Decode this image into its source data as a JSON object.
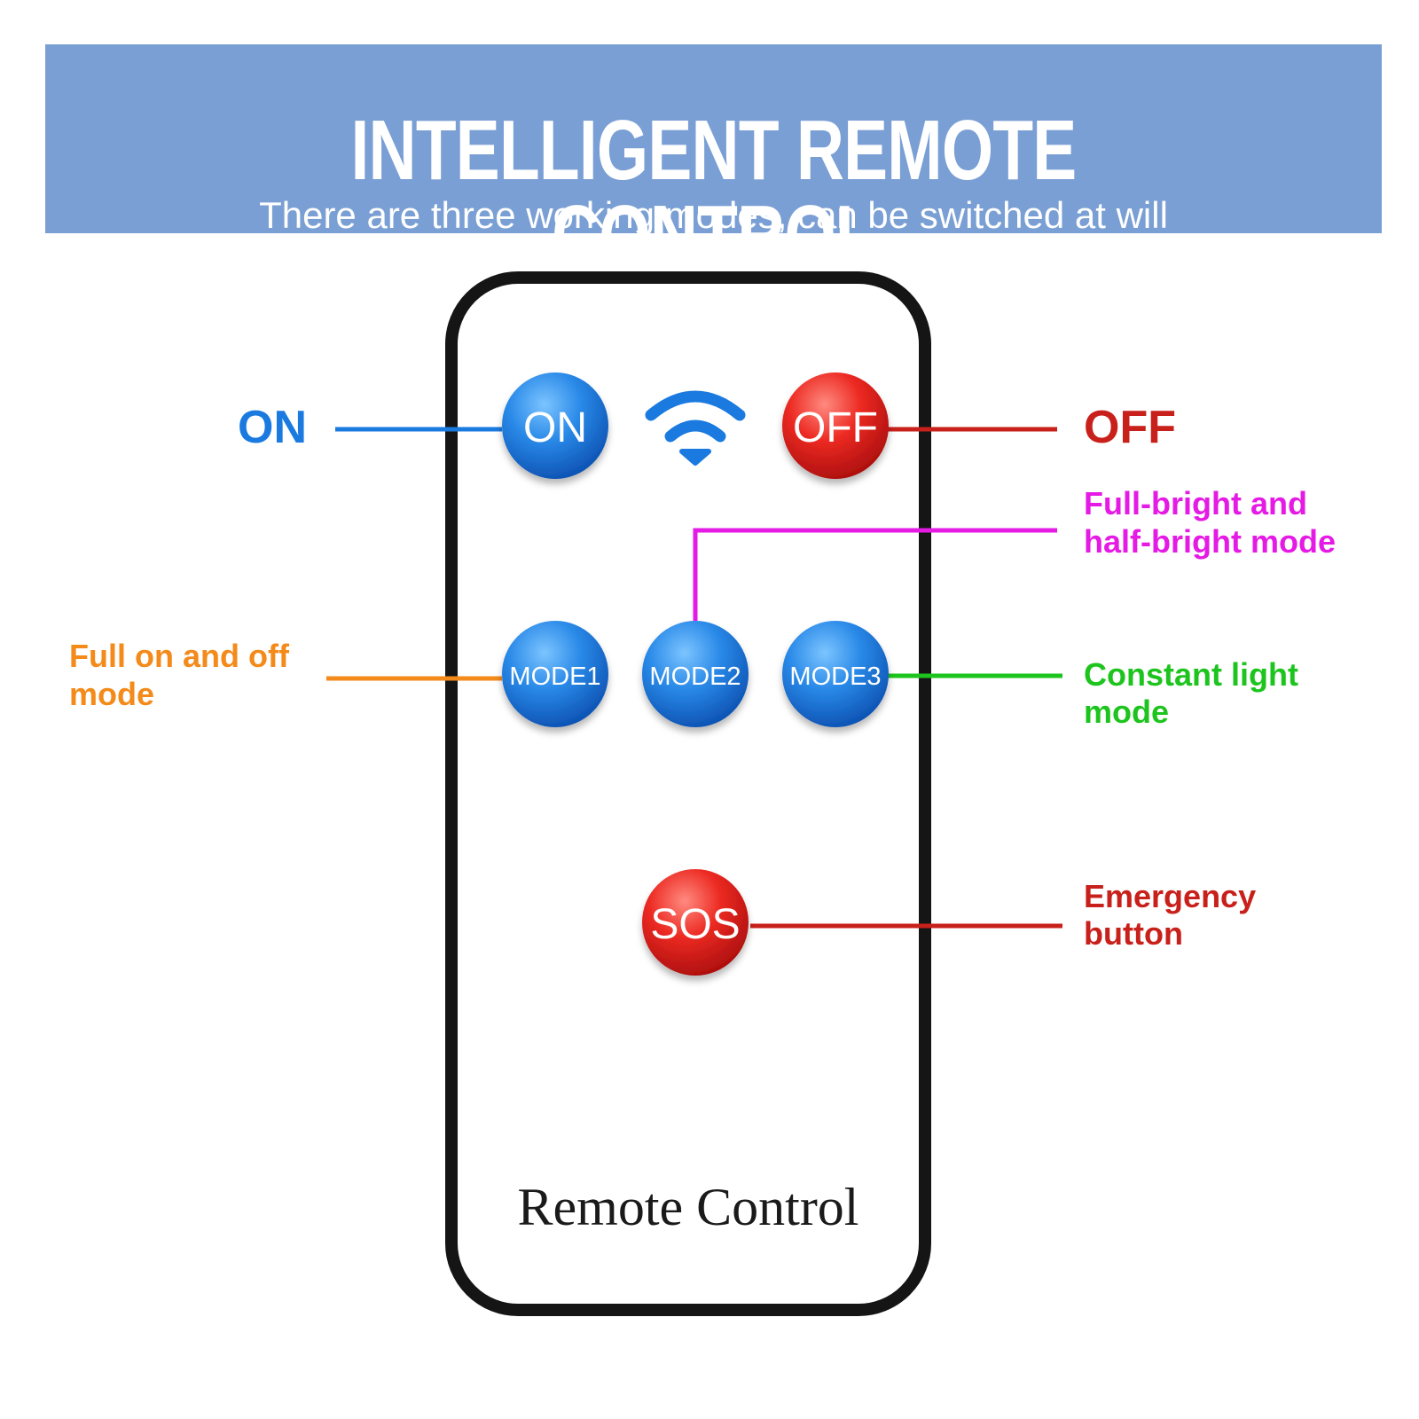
{
  "banner": {
    "title": "INTELLIGENT REMOTE CONTROL",
    "subtitle": "There are three working modes, can be switched at will"
  },
  "remote": {
    "label": "Remote Control"
  },
  "buttons": {
    "on": "ON",
    "off": "OFF",
    "mode1": "MODE1",
    "mode2": "MODE2",
    "mode3": "MODE3",
    "sos": "SOS"
  },
  "callouts": {
    "on": "ON",
    "off": "OFF",
    "mode1": [
      "Full on and off",
      "mode"
    ],
    "mode2": [
      "Full-bright and",
      "half-bright mode"
    ],
    "mode3": [
      "Constant light",
      "mode"
    ],
    "sos": [
      "Emergency",
      "button"
    ]
  },
  "colors": {
    "banner": "#7a9fd4",
    "on": "#1a7adf",
    "off": "#d31a1a",
    "mode1": "#f38a1a",
    "mode2": "#e51ae5",
    "mode3": "#1ec41e",
    "sos": "#d31a1a",
    "button_blue": "#1a7adf",
    "button_red": "#e0201e"
  },
  "icons": {
    "signal": "wifi-icon"
  }
}
